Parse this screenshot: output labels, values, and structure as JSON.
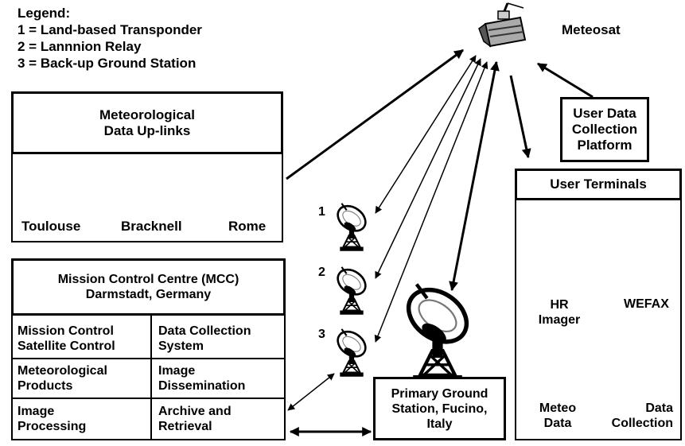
{
  "legend": {
    "title": "Legend:",
    "items": [
      "1 = Land-based Transponder",
      "2 = Lannnion Relay",
      "3 = Back-up Ground Station"
    ]
  },
  "satellite": {
    "label": "Meteosat"
  },
  "uplinks": {
    "title": "Meteorological\nData Up-links",
    "stations": [
      "Toulouse",
      "Bracknell",
      "Rome"
    ]
  },
  "transponders": [
    "1",
    "2",
    "3"
  ],
  "user_data_platform": {
    "label": "User Data\nCollection\nPlatform"
  },
  "user_terminals": {
    "title": "User Terminals",
    "items": [
      "HR\nImager",
      "WEFAX",
      "Meteo\nData",
      "Data\nCollection"
    ]
  },
  "mcc": {
    "title": "Mission Control Centre (MCC)\nDarmstadt, Germany",
    "cells": [
      [
        "Mission Control\nSatellite Control",
        "Data Collection\nSystem"
      ],
      [
        "Meteorological\nProducts",
        "Image\nDissemination"
      ],
      [
        "Image\nProcessing",
        "Archive and\nRetrieval"
      ]
    ]
  },
  "primary_station": {
    "label": "Primary Ground\nStation, Fucino,\nItaly"
  }
}
